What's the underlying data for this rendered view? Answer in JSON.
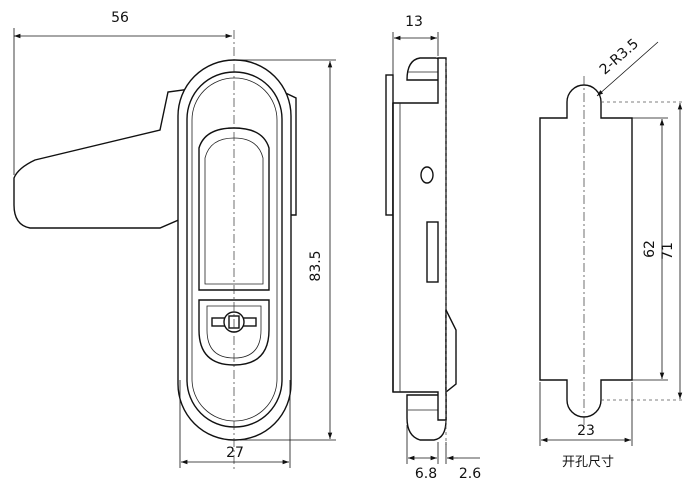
{
  "dimensions": {
    "handle_length": "56",
    "depth": "13",
    "slot_radius": "2-R3.5",
    "body_height": "83.5",
    "cutout_height_inner": "62",
    "cutout_height_outer": "71",
    "body_width": "27",
    "side_part_a": "6.8",
    "side_part_b": "2.6",
    "cutout_width": "23"
  },
  "caption": "开孔尺寸"
}
